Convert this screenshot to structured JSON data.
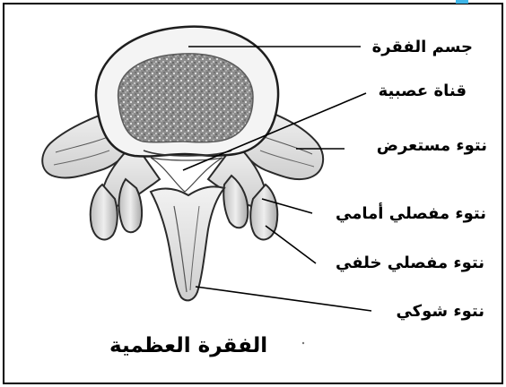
{
  "diagram": {
    "title": "الفقرة العظمية",
    "labels": {
      "vertebral_body": "جسم الفقرة",
      "neural_canal": "قناة عصبية",
      "transverse_process": "نتوء مستعرض",
      "anterior_articular_process": "نتوء مفصلي أمامي",
      "posterior_articular_process": "نتوء مفصلي خلفي",
      "spinous_process": "نتوء شوكي"
    }
  }
}
